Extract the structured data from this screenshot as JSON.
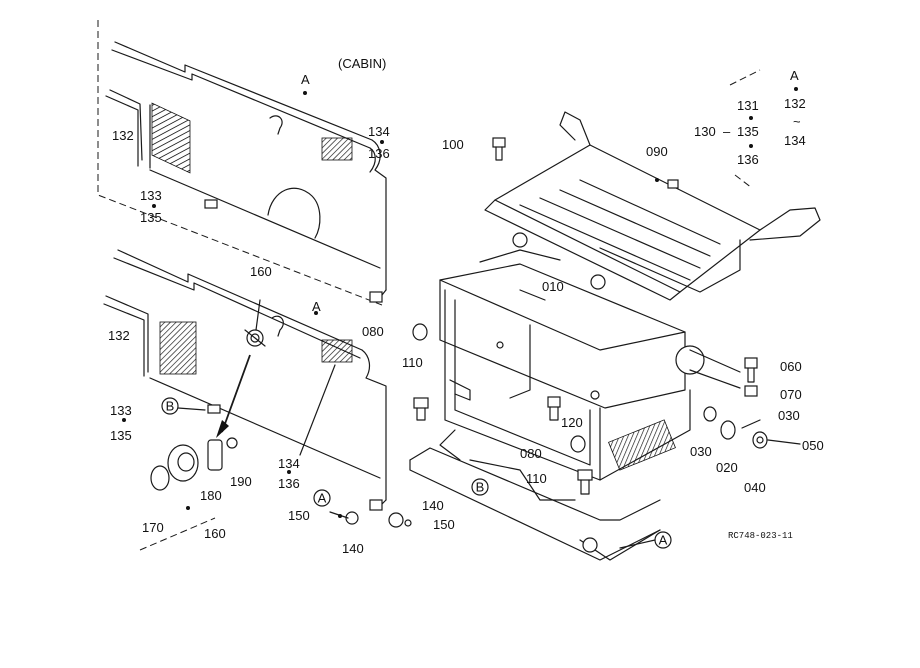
{
  "diagram": {
    "cabin_note": "(CABIN)",
    "reference_code": "RC748-023-11",
    "callouts": {
      "a_circle": "A",
      "b_circle": "B",
      "tilde": "~"
    },
    "parts": {
      "p010": "010",
      "p020": "020",
      "p030": "030",
      "p040": "040",
      "p050": "050",
      "p060": "060",
      "p070": "070",
      "p080": "080",
      "p090": "090",
      "p100": "100",
      "p110": "110",
      "p120": "120",
      "p130": "130",
      "p131": "131",
      "p132": "132",
      "p133": "133",
      "p134": "134",
      "p135": "135",
      "p136": "136",
      "p140": "140",
      "p150": "150",
      "p160": "160",
      "p170": "170",
      "p180": "180",
      "p190": "190"
    }
  }
}
